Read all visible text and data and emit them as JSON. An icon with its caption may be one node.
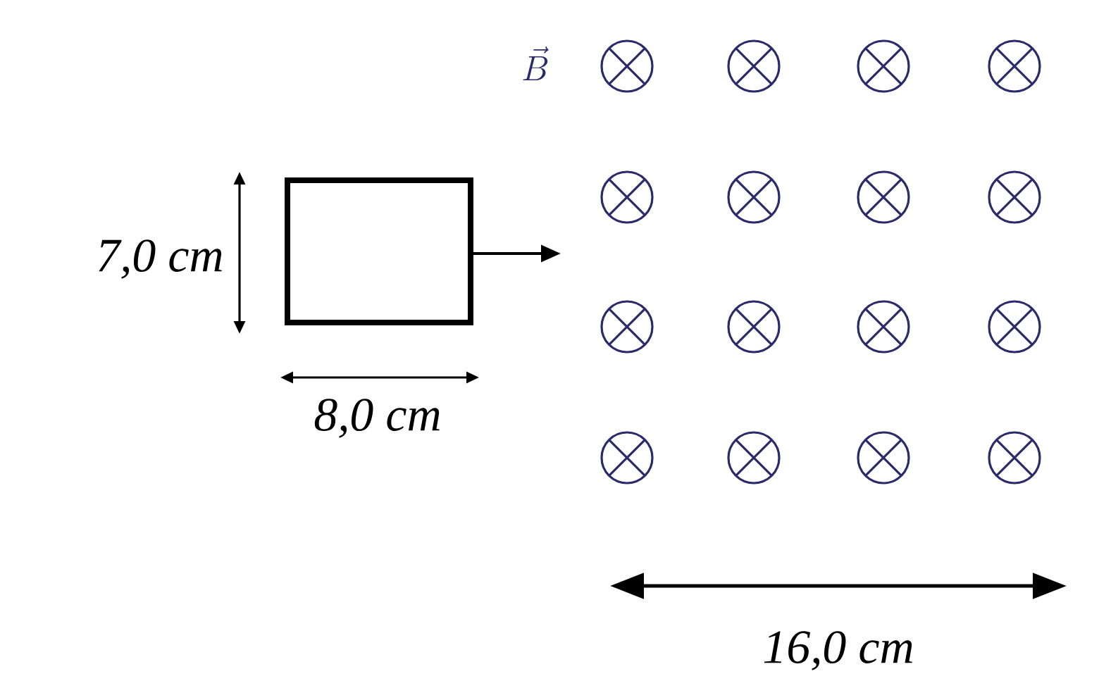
{
  "diagram": {
    "nodes": [
      {
        "text": [],
        "shape": "box"
      }
    ],
    "labels": [
      "\\vec{B}",
      "7,0 cm",
      "8,0 cm",
      "16,0 cm"
    ]
  }
}
